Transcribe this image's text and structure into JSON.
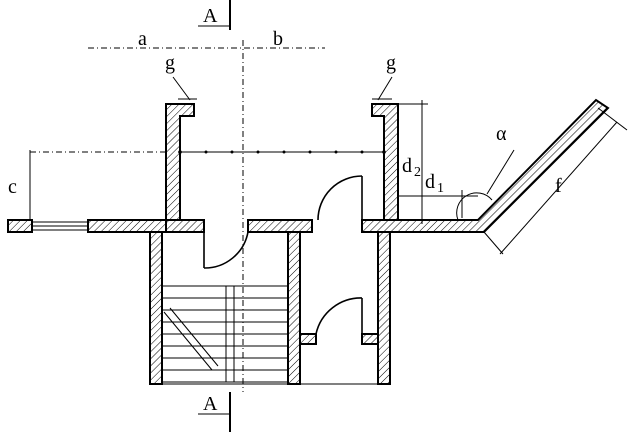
{
  "section_mark": {
    "top": "A",
    "bottom": "A"
  },
  "labels": {
    "a": "a",
    "b": "b",
    "g_left": "g",
    "g_right": "g",
    "c": "c",
    "d2": "d",
    "d2_sub": "2",
    "d1": "d",
    "d1_sub": "1",
    "alpha": "α",
    "f": "f"
  }
}
